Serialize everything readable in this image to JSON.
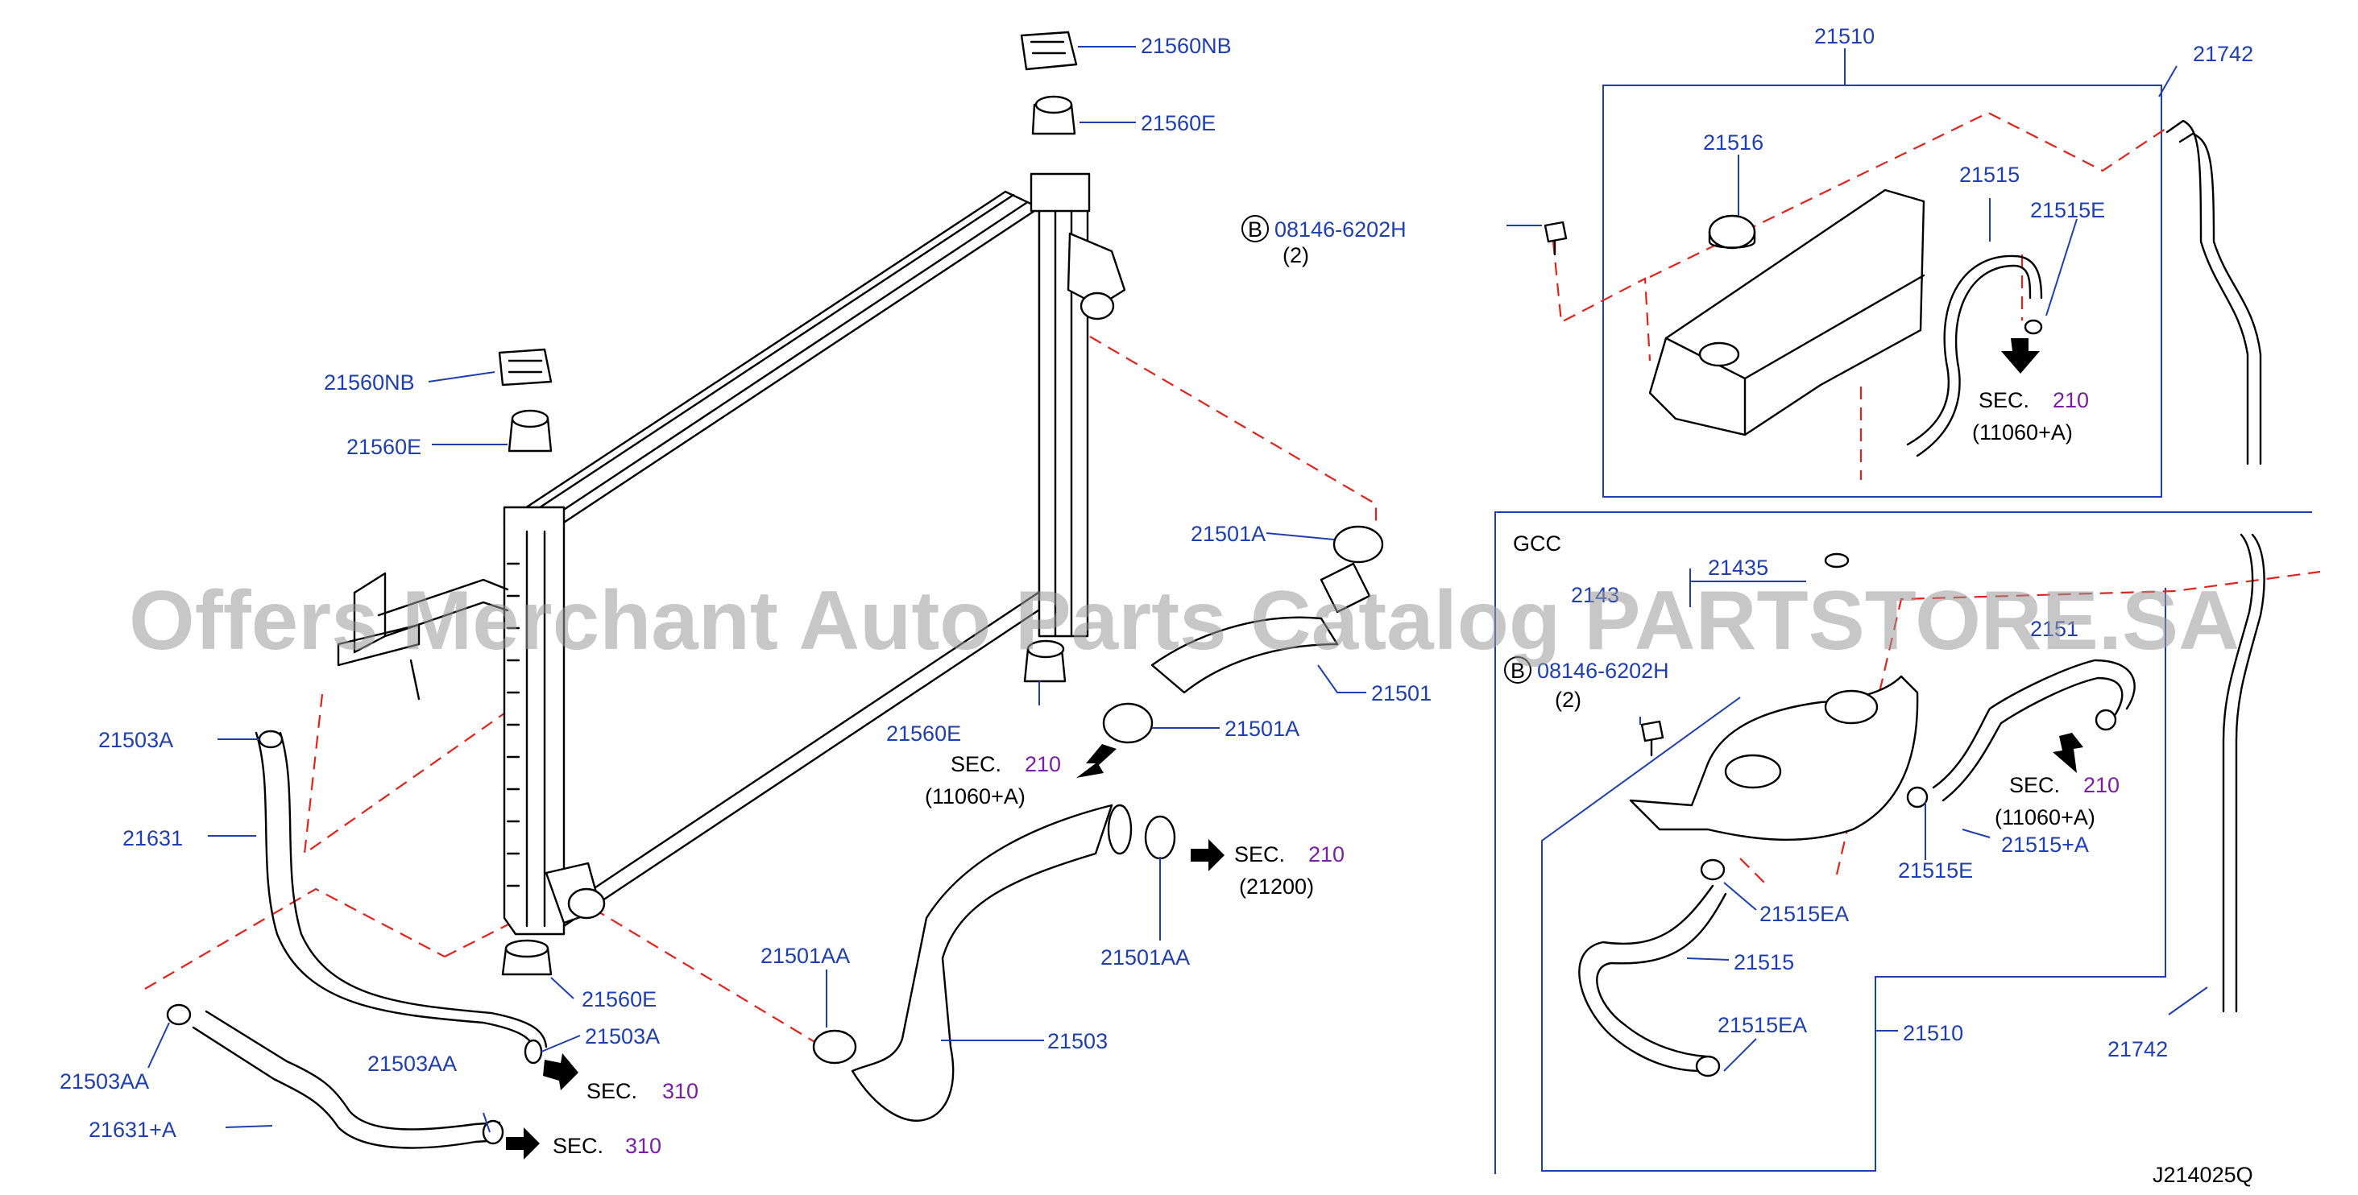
{
  "watermark": "Offers Merchant Auto Parts Catalog PARTSTORE.SA",
  "diagram_code": "J214025Q",
  "gcc_label": "GCC",
  "bolt_symbol": "B",
  "labels": {
    "p21560NB_top": "21560NB",
    "p21560E_top": "21560E",
    "p21560NB_left": "21560NB",
    "p21560E_left": "21560E",
    "bolt_top_part": "08146-6202H",
    "bolt_top_qty": "(2)",
    "p21501A_top": "21501A",
    "p21501": "21501",
    "p21501A_bottom": "21501A",
    "p21560E_mid": "21560E",
    "sec210_a_prefix": "SEC.",
    "sec210_a_num": "210",
    "sec210_a_ref": "(11060+A)",
    "p21503A_left": "21503A",
    "p21631": "21631",
    "sec210_b_prefix": "SEC.",
    "sec210_b_num": "210",
    "sec210_b_ref": "(21200)",
    "p21501AA_right": "21501AA",
    "p21501AA_left": "21501AA",
    "p21503": "21503",
    "p21560E_bottom": "21560E",
    "p21503A_bottom": "21503A",
    "sec310_a_prefix": "SEC.",
    "sec310_a_num": "310",
    "p21503AA_left": "21503AA",
    "p21503AA_mid": "21503AA",
    "p21631A": "21631+A",
    "sec310_b_prefix": "SEC.",
    "sec310_b_num": "310",
    "p21510_top": "21510",
    "p21742_top": "21742",
    "p21516": "21516",
    "p21515_top": "21515",
    "p21515E_top": "21515E",
    "sec210_c_prefix": "SEC.",
    "sec210_c_num": "210",
    "sec210_c_ref": "(11060+A)",
    "p21435": "21435",
    "p2143x_partial": "2143",
    "p2151xE_partial": "2151",
    "bolt_gcc_part": "08146-6202H",
    "bolt_gcc_qty": "(2)",
    "sec210_d_prefix": "SEC.",
    "sec210_d_num": "210",
    "sec210_d_ref": "(11060+A)",
    "p21515A": "21515+A",
    "p21515E_gcc": "21515E",
    "p21515EA_top": "21515EA",
    "p21515_gcc": "21515",
    "p21515EA_bottom": "21515EA",
    "p21510_gcc": "21510",
    "p21742_gcc": "21742"
  },
  "colors": {
    "label_blue": "#1f3fb0",
    "reference_purple": "#7b1fa2",
    "dashed_red": "#e0231c",
    "frame_blue": "#1f3fb0"
  }
}
